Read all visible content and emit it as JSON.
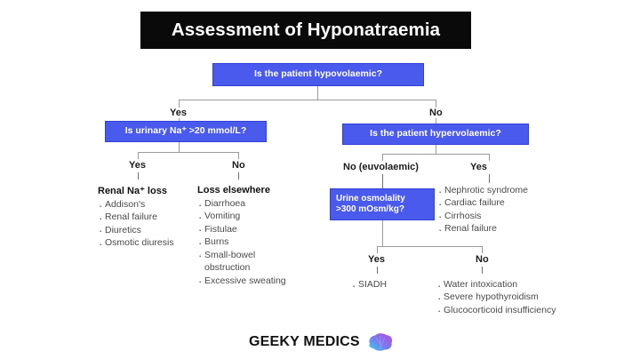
{
  "title": "Assessment of Hyponatraemia",
  "colors": {
    "box_fill": "#4a5aed",
    "box_border": "#2f3fd8",
    "banner": "#0a0a0a",
    "line": "#9a9a9a",
    "list_text": "#4a4a4a"
  },
  "nodes": {
    "root": "Is the patient hypovolaemic?",
    "urinary_na": "Is urinary Na⁺ >20 mmol/L?",
    "hypervolaemic": "Is the patient hypervolaemic?",
    "urine_osm_line1": "Urine osmolality",
    "urine_osm_line2": ">300 mOsm/kg?"
  },
  "branch_labels": {
    "root_yes": "Yes",
    "root_no": "No",
    "na_yes": "Yes",
    "na_no": "No",
    "hyper_no": "No (euvolaemic)",
    "hyper_yes": "Yes",
    "osm_yes": "Yes",
    "osm_no": "No"
  },
  "outcomes": {
    "renal_na_loss": {
      "heading": "Renal Na⁺ loss",
      "items": [
        "Addison's",
        "Renal failure",
        "Diuretics",
        "Osmotic diuresis"
      ]
    },
    "loss_elsewhere": {
      "heading": "Loss elsewhere",
      "items": [
        "Diarrhoea",
        "Vomiting",
        "Fistulae",
        "Burns",
        "Small-bowel obstruction",
        "Excessive sweating"
      ]
    },
    "hypervolaemic_causes": {
      "heading": "",
      "items": [
        "Nephrotic syndrome",
        "Cardiac failure",
        "Cirrhosis",
        "Renal failure"
      ]
    },
    "osm_high": {
      "heading": "",
      "items": [
        "SIADH"
      ]
    },
    "osm_low": {
      "heading": "",
      "items": [
        "Water intoxication",
        "Severe hypothyroidism",
        "Glucocorticoid insufficiency"
      ]
    }
  },
  "footer": {
    "brand": "GEEKY MEDICS",
    "logo": "brain-icon"
  }
}
